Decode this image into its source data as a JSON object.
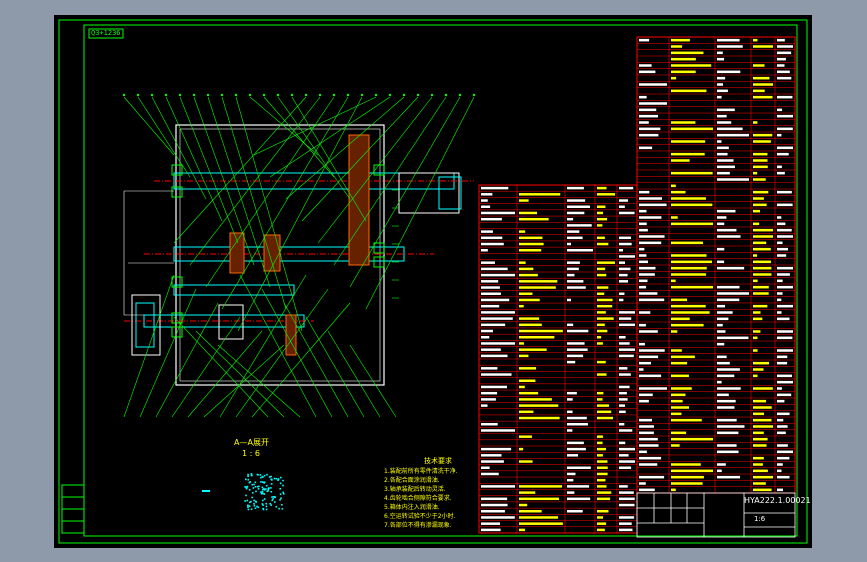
{
  "drawing": {
    "title_block": {
      "drawing_number": "HYA222.1.00021",
      "name": "",
      "scale": "1:6"
    },
    "section_label": "A—A展开",
    "section_scale": "1 : 6",
    "corner_tag": "Q3+1236",
    "notes_title": "技术要求",
    "notes": [
      "1.装配前所有零件清洗干净.",
      "2.各配合面涂润滑油.",
      "3.轴承装配后转动灵活.",
      "4.齿轮啮合侧隙符合要求.",
      "5.箱体内注入润滑油.",
      "6.空运转试验不少于2小时.",
      "7.各部位不得有渗漏现象."
    ]
  },
  "colors": {
    "frame": "#00ff00",
    "table": "#ff0000",
    "text": "#ffffff",
    "accent": "#ffff00",
    "cyan": "#00ffff",
    "background": "#000000",
    "window": "#8e9aa9"
  }
}
